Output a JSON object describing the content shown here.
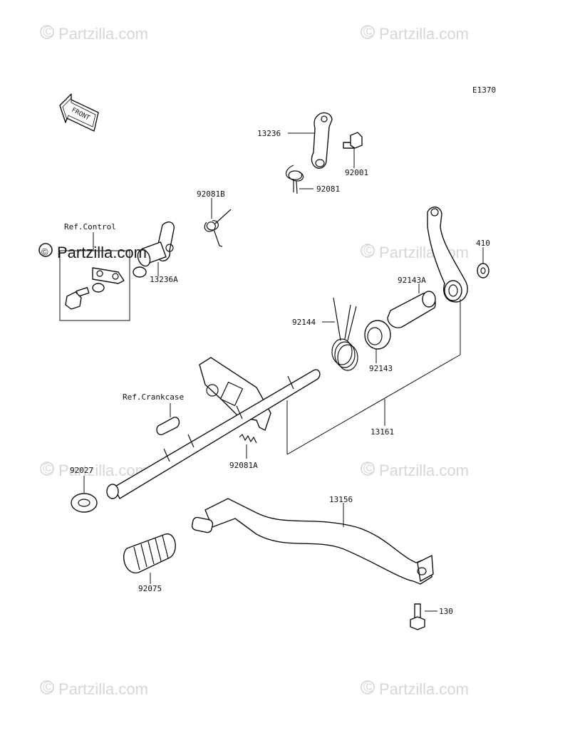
{
  "diagram_code": "E1370",
  "front_label": "FRONT",
  "watermark_text": "Partzilla.com",
  "watermark_symbol": "©",
  "overlay_watermark_text": "Partzilla.com",
  "refs": {
    "control": "Ref.Control",
    "crankcase": "Ref.Crankcase"
  },
  "parts": {
    "p13236": "13236",
    "p92001": "92001",
    "p92081": "92081",
    "p92081B": "92081B",
    "p13236A": "13236A",
    "p410": "410",
    "p92143A": "92143A",
    "p92144": "92144",
    "p92143": "92143",
    "p13161": "13161",
    "p92081A": "92081A",
    "p92027": "92027",
    "p13156": "13156",
    "p92075": "92075",
    "p130": "130"
  },
  "colors": {
    "line": "#111111",
    "watermark": "#d6d6d6",
    "background": "#ffffff"
  }
}
